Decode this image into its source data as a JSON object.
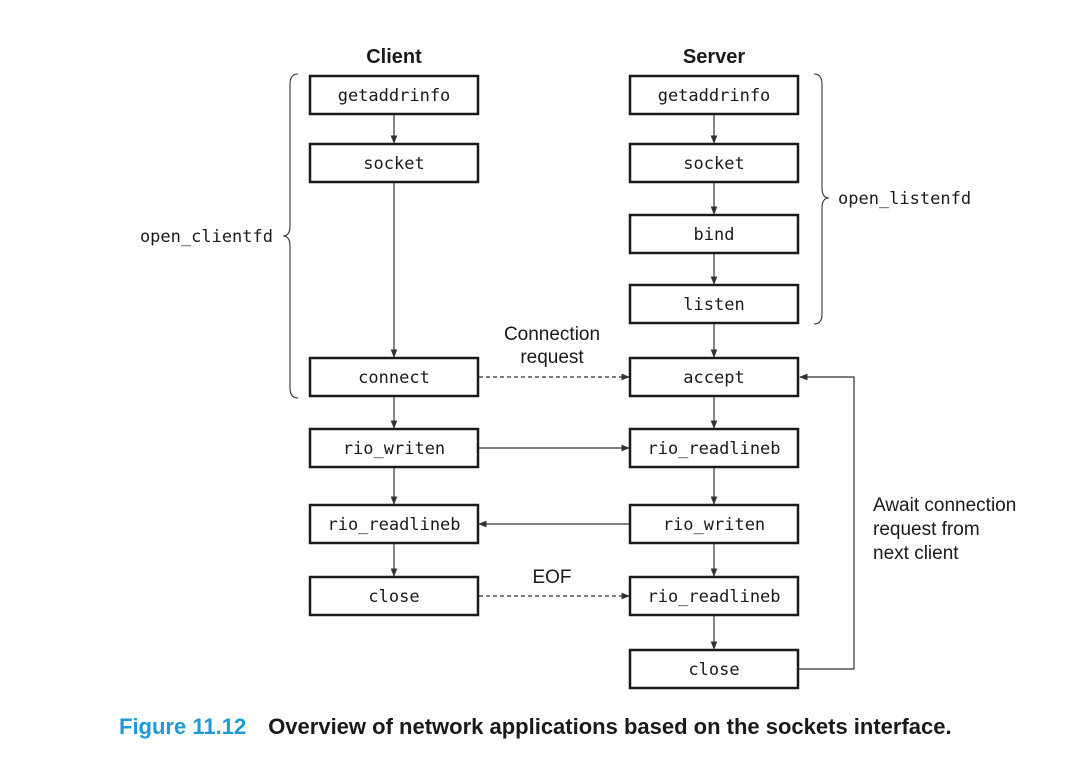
{
  "headings": {
    "client": "Client",
    "server": "Server"
  },
  "client_boxes": {
    "getaddrinfo": "getaddrinfo",
    "socket": "socket",
    "connect": "connect",
    "rio_writen": "rio_writen",
    "rio_readlineb": "rio_readlineb",
    "close": "close"
  },
  "server_boxes": {
    "getaddrinfo": "getaddrinfo",
    "socket": "socket",
    "bind": "bind",
    "listen": "listen",
    "accept": "accept",
    "rio_readlineb_1": "rio_readlineb",
    "rio_writen": "rio_writen",
    "rio_readlineb_2": "rio_readlineb",
    "close": "close"
  },
  "groups": {
    "client": "open_clientfd",
    "server": "open_listenfd"
  },
  "labels": {
    "connection_request_1": "Connection",
    "connection_request_2": "request",
    "eof": "EOF",
    "await_1": "Await connection",
    "await_2": "request from",
    "await_3": "next client"
  },
  "caption": {
    "number": "Figure 11.12",
    "text": "Overview of network applications based on the sockets interface."
  },
  "colors": {
    "caption_number": "#1f9ad6",
    "ink": "#1a1a1a"
  }
}
